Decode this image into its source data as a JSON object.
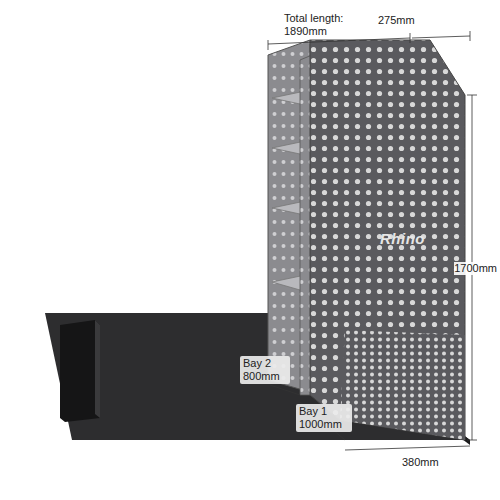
{
  "diagram": {
    "labels": [
      "Total length: 1890mm",
      "275mm",
      "1700mm",
      "Bay 2 800mm",
      "Bay 1 1000mm",
      "380mm",
      "Rhino"
    ]
  }
}
